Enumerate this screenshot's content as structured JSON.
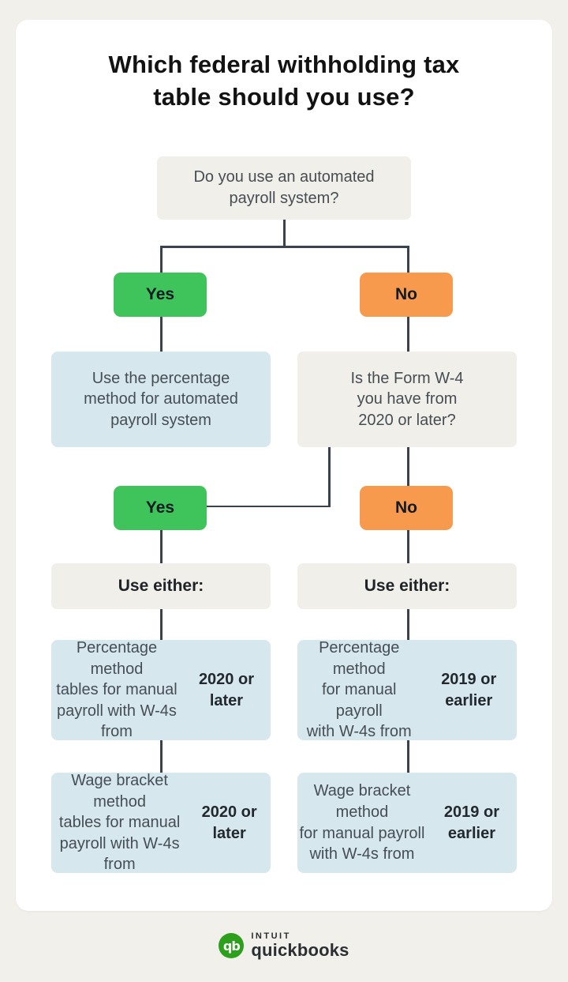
{
  "title": "Which federal withholding tax\ntable should you use?",
  "flow": {
    "q_automated": "Do you use an automated\npayroll system?",
    "yes_label": "Yes",
    "no_label": "No",
    "automated_result": "Use the percentage\nmethod for automated\npayroll system",
    "q_w4_year": "Is the Form W-4\nyou have from\n2020 or later?",
    "use_either_label": "Use either:",
    "results": {
      "pct_2020": {
        "pre": "Percentage method\ntables for manual\npayroll with W-4s\nfrom ",
        "bold": "2020 or later"
      },
      "pct_2019": {
        "pre": "Percentage method\nfor manual payroll\nwith W-4s from\n",
        "bold": "2019 or earlier"
      },
      "wage_2020": {
        "pre": "Wage bracket method\ntables for manual\npayroll with W-4s\nfrom ",
        "bold": "2020 or later"
      },
      "wage_2019": {
        "pre": "Wage bracket method\nfor manual payroll\nwith W-4s from\n",
        "bold": "2019 or earlier"
      }
    }
  },
  "footer": {
    "logo_monogram": "qb",
    "brand_top": "INTUIT",
    "brand_bottom": "quickbooks"
  },
  "colors": {
    "background": "#f2f0eb",
    "card": "#ffffff",
    "yes_green": "#3ec45a",
    "no_orange": "#f79a4d",
    "info_blue": "#d6e8ee",
    "question_gray": "#f0efe9",
    "connector": "#3a424e",
    "quickbooks_green": "#2ca01c"
  }
}
